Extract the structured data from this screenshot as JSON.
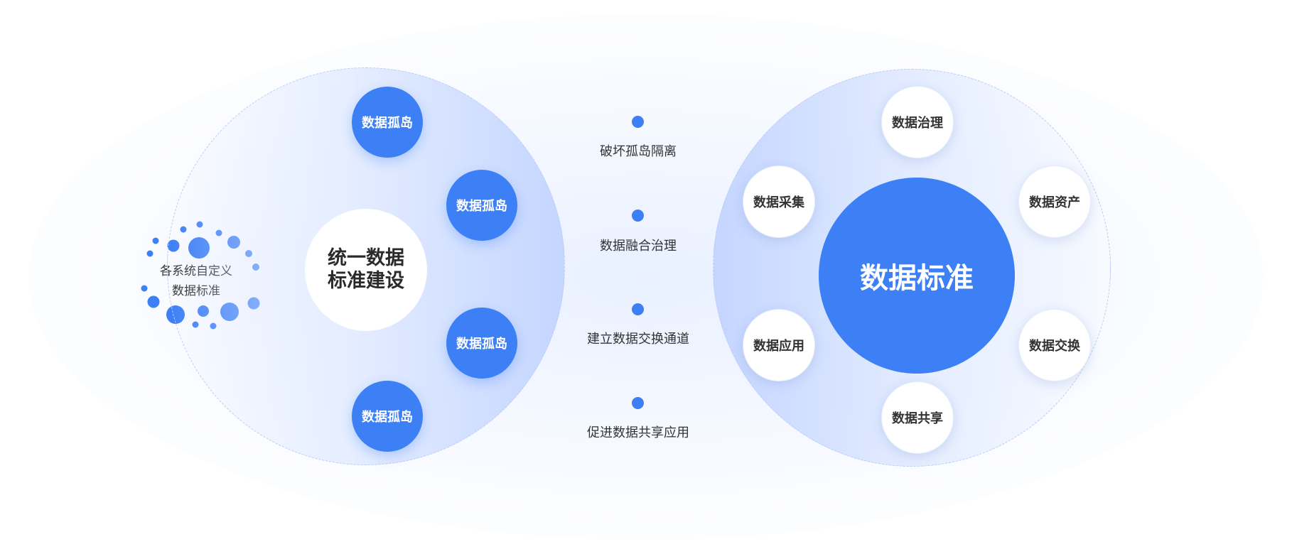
{
  "left_cluster": {
    "label_line1": "各系统自定义",
    "label_line2": "数据标准"
  },
  "left_group": {
    "center_line1": "统一数据",
    "center_line2": "标准建设",
    "islands": [
      "数据孤岛",
      "数据孤岛",
      "数据孤岛",
      "数据孤岛"
    ]
  },
  "steps": [
    "破坏孤岛隔离",
    "数据融合治理",
    "建立数据交换通道",
    "促进数据共享应用"
  ],
  "right_group": {
    "center": "数据标准",
    "satellites": [
      "数据治理",
      "数据资产",
      "数据交换",
      "数据共享",
      "数据应用",
      "数据采集"
    ]
  },
  "colors": {
    "accent": "#3d7ff5",
    "text": "#333333",
    "dashed_border": "#b9cdf5"
  }
}
